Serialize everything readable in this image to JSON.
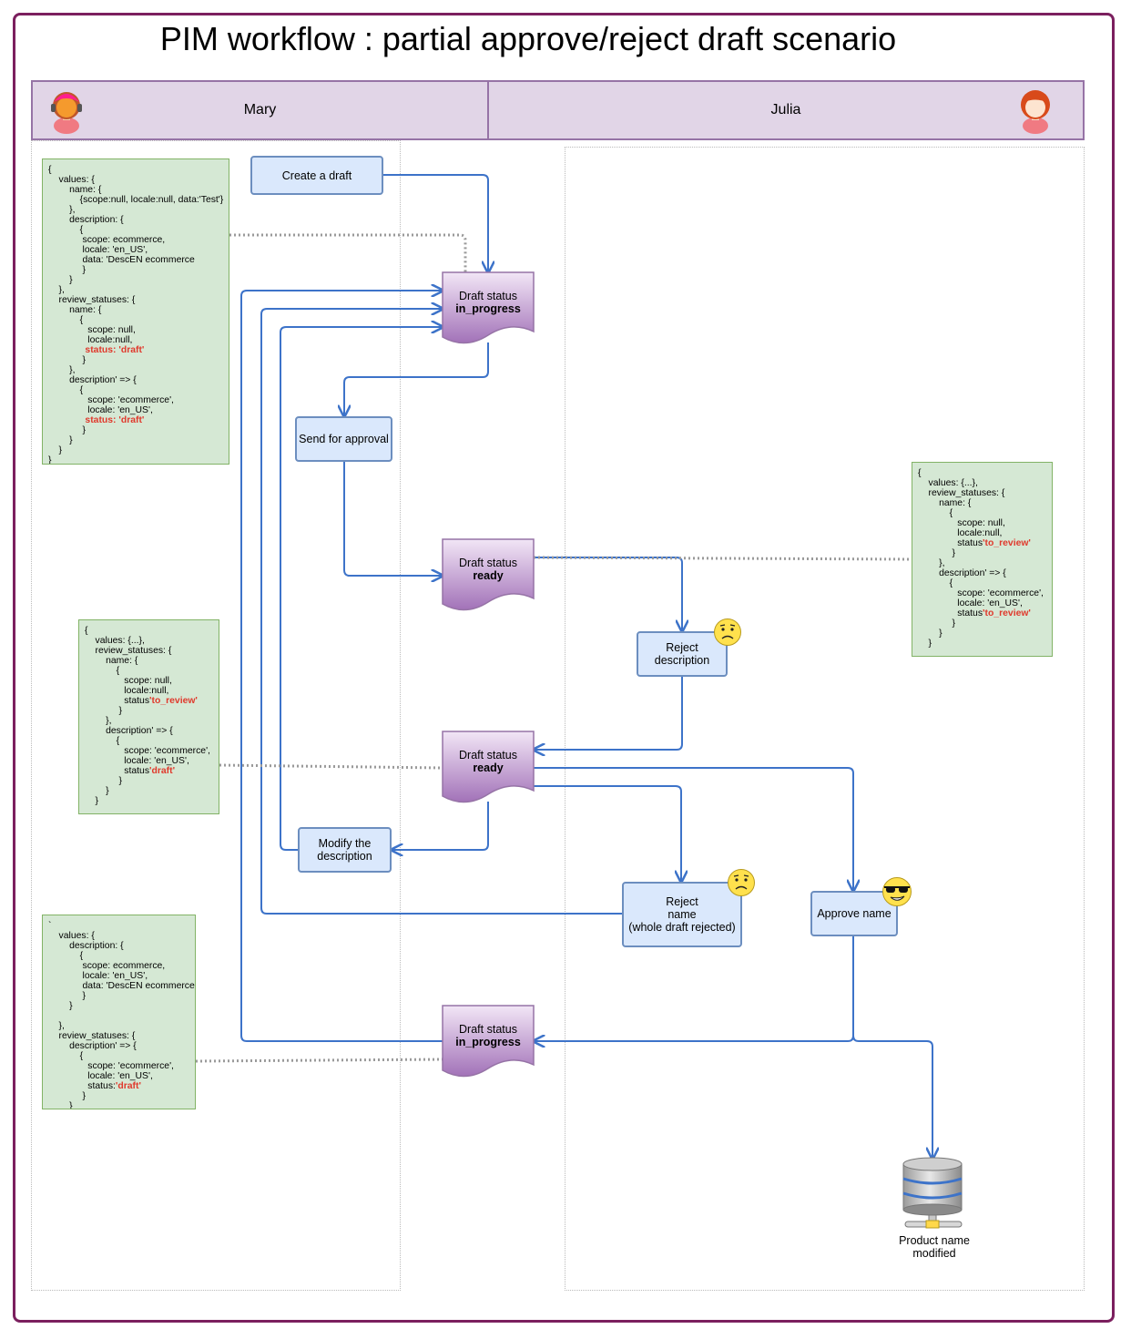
{
  "title": "PIM workflow : partial approve/reject draft scenario",
  "lanes": {
    "mary": "Mary",
    "julia": "Julia"
  },
  "processes": {
    "create_draft": "Create a draft",
    "send_approval": "Send for approval",
    "reject_description": "Reject\ndescription",
    "modify_description": "Modify the\ndescription",
    "reject_name": "Reject\nname\n(whole draft rejected)",
    "approve_name": "Approve name"
  },
  "documents": {
    "doc1": {
      "line1": "Draft status",
      "line2": "in_progress"
    },
    "doc2": {
      "line1": "Draft status",
      "line2": "ready"
    },
    "doc3": {
      "line1": "Draft status",
      "line2": "ready"
    },
    "doc4": {
      "line1": "Draft status",
      "line2": "in_progress"
    }
  },
  "database_label": "Product name\nmodified",
  "notes": {
    "note1": [
      {
        "pre": "{"
      },
      {
        "pre": "    values: {"
      },
      {
        "pre": "        name: {"
      },
      {
        "pre": "            {scope:null, locale:null, data:'Test'}"
      },
      {
        "pre": "        },"
      },
      {
        "pre": "        description: {"
      },
      {
        "pre": "            {"
      },
      {
        "pre": "             scope: ecommerce,"
      },
      {
        "pre": "             locale: 'en_US',"
      },
      {
        "pre": "             data: 'DescEN ecommerce"
      },
      {
        "pre": "             }"
      },
      {
        "pre": "        }"
      },
      {
        "pre": "    },"
      },
      {
        "pre": "    review_statuses: {"
      },
      {
        "pre": "        name: {"
      },
      {
        "pre": "            {"
      },
      {
        "pre": "               scope: null,"
      },
      {
        "pre": "               locale:null,"
      },
      {
        "pre": "              ",
        "red": "status: 'draft'"
      },
      {
        "pre": "             }"
      },
      {
        "pre": "        },"
      },
      {
        "pre": "        description' => {"
      },
      {
        "pre": "            {"
      },
      {
        "pre": "               scope: 'ecommerce',"
      },
      {
        "pre": "               locale: 'en_US',"
      },
      {
        "pre": "              ",
        "red": "status: 'draft'"
      },
      {
        "pre": "             }"
      },
      {
        "pre": "        }"
      },
      {
        "pre": "    }"
      },
      {
        "pre": "}"
      }
    ],
    "note2": [
      {
        "pre": "{"
      },
      {
        "pre": "    values: {...},"
      },
      {
        "pre": "    review_statuses: {"
      },
      {
        "pre": "        name: {"
      },
      {
        "pre": "            {"
      },
      {
        "pre": "               scope: null,"
      },
      {
        "pre": "               locale:null,"
      },
      {
        "pre": "               status",
        "red": "'to_review'"
      },
      {
        "pre": "             }"
      },
      {
        "pre": "        },"
      },
      {
        "pre": "        description' => {"
      },
      {
        "pre": "            {"
      },
      {
        "pre": "               scope: 'ecommerce',"
      },
      {
        "pre": "               locale: 'en_US',"
      },
      {
        "pre": "               status",
        "red": "'to_review'"
      },
      {
        "pre": "             }"
      },
      {
        "pre": "        }"
      },
      {
        "pre": "    }"
      }
    ],
    "note3": [
      {
        "pre": "{"
      },
      {
        "pre": "    values: {...},"
      },
      {
        "pre": "    review_statuses: {"
      },
      {
        "pre": "        name: {"
      },
      {
        "pre": "            {"
      },
      {
        "pre": "               scope: null,"
      },
      {
        "pre": "               locale:null,"
      },
      {
        "pre": "               status",
        "red": "'to_review'"
      },
      {
        "pre": "             }"
      },
      {
        "pre": "        },"
      },
      {
        "pre": "        description' => {"
      },
      {
        "pre": "            {"
      },
      {
        "pre": "               scope: 'ecommerce',"
      },
      {
        "pre": "               locale: 'en_US',"
      },
      {
        "pre": "               status",
        "red": "'draft'"
      },
      {
        "pre": "             }"
      },
      {
        "pre": "        }"
      },
      {
        "pre": "    }"
      }
    ],
    "note4": [
      {
        "pre": "`"
      },
      {
        "pre": "    values: {"
      },
      {
        "pre": "        description: {"
      },
      {
        "pre": "            {"
      },
      {
        "pre": "             scope: ecommerce,"
      },
      {
        "pre": "             locale: 'en_US',"
      },
      {
        "pre": "             data: 'DescEN ecommerce"
      },
      {
        "pre": "             }"
      },
      {
        "pre": "        }"
      },
      {
        "pre": ""
      },
      {
        "pre": "    },"
      },
      {
        "pre": "    review_statuses: {"
      },
      {
        "pre": "        description' => {"
      },
      {
        "pre": "            {"
      },
      {
        "pre": "               scope: 'ecommerce',"
      },
      {
        "pre": "               locale: 'en_US',"
      },
      {
        "pre": "               status:",
        "red": "'draft'"
      },
      {
        "pre": "             }"
      },
      {
        "pre": "        }"
      },
      {
        "pre": "    ,"
      }
    ]
  },
  "colors": {
    "frame": "#7b1f5e",
    "lane_fill": "#e1d5e7",
    "lane_border": "#9673a6",
    "process_fill": "#dae8fc",
    "process_border": "#6c8ebf",
    "note_fill": "#d5e8d4",
    "note_border": "#82b366",
    "connector": "#3d73c9",
    "status_highlight": "#e0392c"
  },
  "icons": {
    "mary_avatar": "woman-headset-avatar-icon",
    "julia_avatar": "woman-avatar-icon",
    "worried_face": "worried-face-icon",
    "cool_face": "sunglasses-face-icon",
    "database": "database-server-icon"
  }
}
